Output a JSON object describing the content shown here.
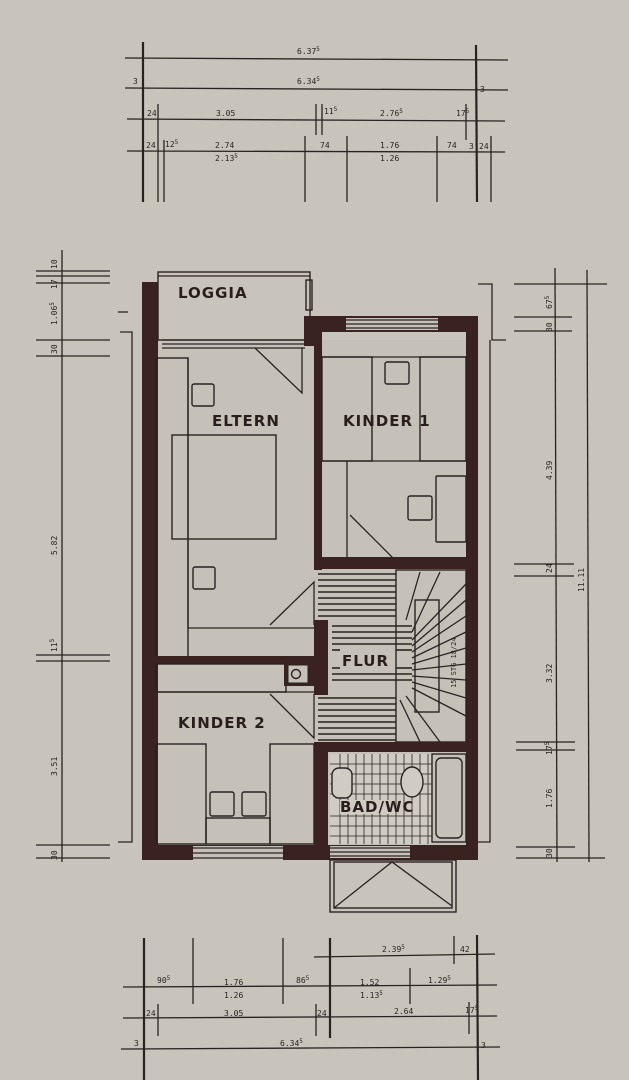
{
  "plan": {
    "rooms": {
      "loggia": "LOGGIA",
      "eltern": "ELTERN",
      "kinder1": "KINDER 1",
      "kinder2": "KINDER 2",
      "flur": "FLUR",
      "bad": "BAD/WC"
    },
    "stair_note": "15 STG 18/24"
  },
  "dimensions": {
    "top": {
      "overall_outer": {
        "v": "6.37",
        "s": "5"
      },
      "overall_inner": {
        "v": "6.34",
        "s": "5"
      },
      "left_end": "3",
      "right_end": "3",
      "row3": [
        {
          "v": "24",
          "s": ""
        },
        {
          "v": "3.05",
          "s": ""
        },
        {
          "v": "11",
          "s": "5"
        },
        {
          "v": "2.76",
          "s": "5"
        },
        {
          "v": "17",
          "s": "5"
        }
      ],
      "row4_upper": [
        {
          "v": "24",
          "s": ""
        },
        {
          "v": "12",
          "s": "5"
        },
        {
          "v": "2.74",
          "s": ""
        },
        {
          "v": "74",
          "s": ""
        },
        {
          "v": "1.76",
          "s": ""
        },
        {
          "v": "74",
          "s": ""
        },
        {
          "v": "3",
          "s": ""
        },
        {
          "v": "24",
          "s": ""
        }
      ],
      "row4_lower": [
        {
          "v": "2.13",
          "s": "5"
        },
        {
          "v": "1.26",
          "s": ""
        }
      ]
    },
    "left": [
      {
        "v": "10",
        "s": ""
      },
      {
        "v": "17",
        "s": ""
      },
      {
        "v": "1.06",
        "s": "5"
      },
      {
        "v": "30",
        "s": ""
      },
      {
        "v": "5.82",
        "s": ""
      },
      {
        "v": "11",
        "s": "5"
      },
      {
        "v": "3.51",
        "s": ""
      },
      {
        "v": "30",
        "s": ""
      }
    ],
    "right": [
      {
        "v": "67",
        "s": "5"
      },
      {
        "v": "30",
        "s": ""
      },
      {
        "v": "4.39",
        "s": ""
      },
      {
        "v": "24",
        "s": ""
      },
      {
        "v": "3.32",
        "s": ""
      },
      {
        "v": "17",
        "s": "5"
      },
      {
        "v": "1.76",
        "s": ""
      },
      {
        "v": "30",
        "s": ""
      }
    ],
    "right_overall": "11.11",
    "bottom": {
      "row1": [
        {
          "v": "2.39",
          "s": "5"
        },
        {
          "v": "42",
          "s": ""
        }
      ],
      "row2_upper": [
        {
          "v": "90",
          "s": "5"
        },
        {
          "v": "1.76",
          "s": ""
        },
        {
          "v": "86",
          "s": "5"
        },
        {
          "v": "1.52",
          "s": ""
        },
        {
          "v": "1.29",
          "s": "5"
        }
      ],
      "row2_lower": [
        {
          "v": "1.26",
          "s": ""
        },
        {
          "v": "1.13",
          "s": "5"
        }
      ],
      "row3": [
        {
          "v": "24",
          "s": ""
        },
        {
          "v": "3.05",
          "s": ""
        },
        {
          "v": "24",
          "s": ""
        },
        {
          "v": "2.64",
          "s": ""
        },
        {
          "v": "17",
          "s": "5"
        }
      ],
      "overall": {
        "v": "6.34",
        "s": "5"
      },
      "left_end": "3",
      "right_end": "3"
    }
  },
  "colors": {
    "paper": "#c8c4bc",
    "wall": "#3a2220",
    "ink": "#2a2220"
  }
}
